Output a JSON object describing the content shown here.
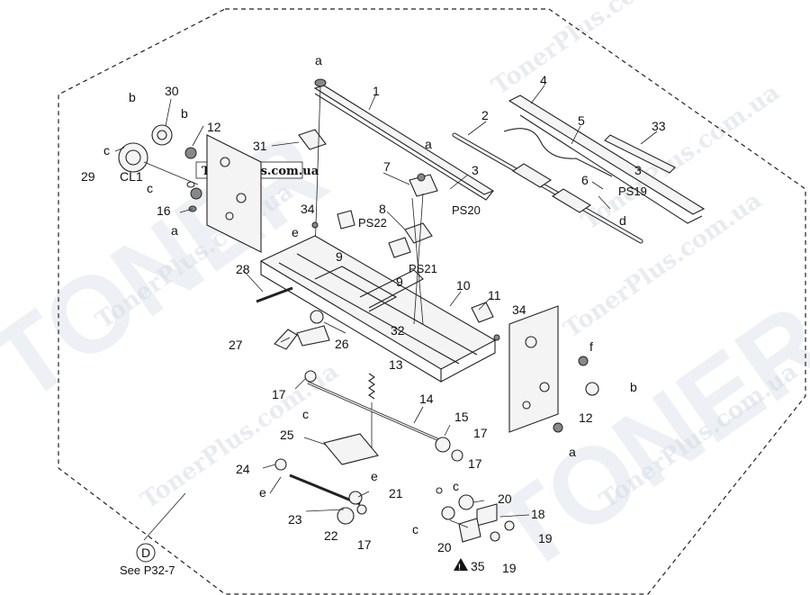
{
  "watermark": {
    "site": "TonerPlus.com.ua",
    "brand_big": "TONER"
  },
  "brand_box": {
    "text": "TonerPlus.com.ua"
  },
  "reference": {
    "circle_letter": "D",
    "note": "See P32-7"
  },
  "caution": {
    "symbol": "!",
    "part": "35"
  },
  "labels": [
    {
      "id": "a1",
      "text": "a"
    },
    {
      "id": "p1",
      "text": "1"
    },
    {
      "id": "p2",
      "text": "2"
    },
    {
      "id": "p4",
      "text": "4"
    },
    {
      "id": "p5",
      "text": "5"
    },
    {
      "id": "p33",
      "text": "33"
    },
    {
      "id": "p30",
      "text": "30"
    },
    {
      "id": "b1",
      "text": "b"
    },
    {
      "id": "b2",
      "text": "b"
    },
    {
      "id": "p12a",
      "text": "12"
    },
    {
      "id": "c1",
      "text": "c"
    },
    {
      "id": "p29",
      "text": "29"
    },
    {
      "id": "cl1",
      "text": "CL1"
    },
    {
      "id": "p31",
      "text": "31"
    },
    {
      "id": "a2",
      "text": "a"
    },
    {
      "id": "p7",
      "text": "7"
    },
    {
      "id": "p3a",
      "text": "3"
    },
    {
      "id": "p3b",
      "text": "3"
    },
    {
      "id": "p6",
      "text": "6"
    },
    {
      "id": "ps19",
      "text": "PS19"
    },
    {
      "id": "ps20",
      "text": "PS20"
    },
    {
      "id": "d1",
      "text": "d"
    },
    {
      "id": "c2",
      "text": "c"
    },
    {
      "id": "p16",
      "text": "16"
    },
    {
      "id": "a3",
      "text": "a"
    },
    {
      "id": "p34a",
      "text": "34"
    },
    {
      "id": "ps22",
      "text": "PS22"
    },
    {
      "id": "p8",
      "text": "8"
    },
    {
      "id": "e1",
      "text": "e"
    },
    {
      "id": "p9a",
      "text": "9"
    },
    {
      "id": "ps21",
      "text": "PS21"
    },
    {
      "id": "p9b",
      "text": "9"
    },
    {
      "id": "p28",
      "text": "28"
    },
    {
      "id": "p10",
      "text": "10"
    },
    {
      "id": "p11",
      "text": "11"
    },
    {
      "id": "p34b",
      "text": "34"
    },
    {
      "id": "p32",
      "text": "32"
    },
    {
      "id": "p27",
      "text": "27"
    },
    {
      "id": "p26",
      "text": "26"
    },
    {
      "id": "f1",
      "text": "f"
    },
    {
      "id": "p13",
      "text": "13"
    },
    {
      "id": "p17a",
      "text": "17"
    },
    {
      "id": "c3",
      "text": "c"
    },
    {
      "id": "p14",
      "text": "14"
    },
    {
      "id": "b3",
      "text": "b"
    },
    {
      "id": "p12b",
      "text": "12"
    },
    {
      "id": "p15",
      "text": "15"
    },
    {
      "id": "p17b",
      "text": "17"
    },
    {
      "id": "p25",
      "text": "25"
    },
    {
      "id": "p17c",
      "text": "17"
    },
    {
      "id": "a4",
      "text": "a"
    },
    {
      "id": "p24",
      "text": "24"
    },
    {
      "id": "e2",
      "text": "e"
    },
    {
      "id": "e3",
      "text": "e"
    },
    {
      "id": "c4",
      "text": "c"
    },
    {
      "id": "p21",
      "text": "21"
    },
    {
      "id": "p20a",
      "text": "20"
    },
    {
      "id": "p23",
      "text": "23"
    },
    {
      "id": "p18",
      "text": "18"
    },
    {
      "id": "p22",
      "text": "22"
    },
    {
      "id": "p17d",
      "text": "17"
    },
    {
      "id": "c5",
      "text": "c"
    },
    {
      "id": "p19a",
      "text": "19"
    },
    {
      "id": "p20b",
      "text": "20"
    },
    {
      "id": "p19b",
      "text": "19"
    }
  ]
}
